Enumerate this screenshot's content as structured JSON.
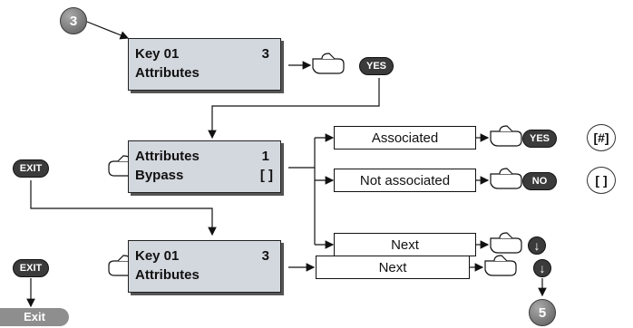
{
  "steps": {
    "start": "3",
    "end": "5"
  },
  "screen1": {
    "line1": "Key 01",
    "value": "3",
    "line2": "Attributes"
  },
  "screen2": {
    "line1": "Attributes",
    "value": "1",
    "line2": "Bypass",
    "value2": "[ ]"
  },
  "screen3": {
    "line1": "Key 01",
    "value": "3",
    "line2": "Attributes"
  },
  "options": {
    "associated": "Associated",
    "not_associated": "Not associated",
    "next": "Next",
    "next2": "Next"
  },
  "keys": {
    "yes": "YES",
    "no": "NO",
    "exit": "EXIT",
    "down_arrow": "down-arrow-icon"
  },
  "indicators": {
    "associated": "[#]",
    "not_associated": "[ ]"
  },
  "exit_button": "Exit",
  "colors": {
    "lcd": "#d3d8de",
    "circle": "#7a7a7a",
    "key": "#3b3b3b",
    "exit": "#8e8e8e"
  }
}
